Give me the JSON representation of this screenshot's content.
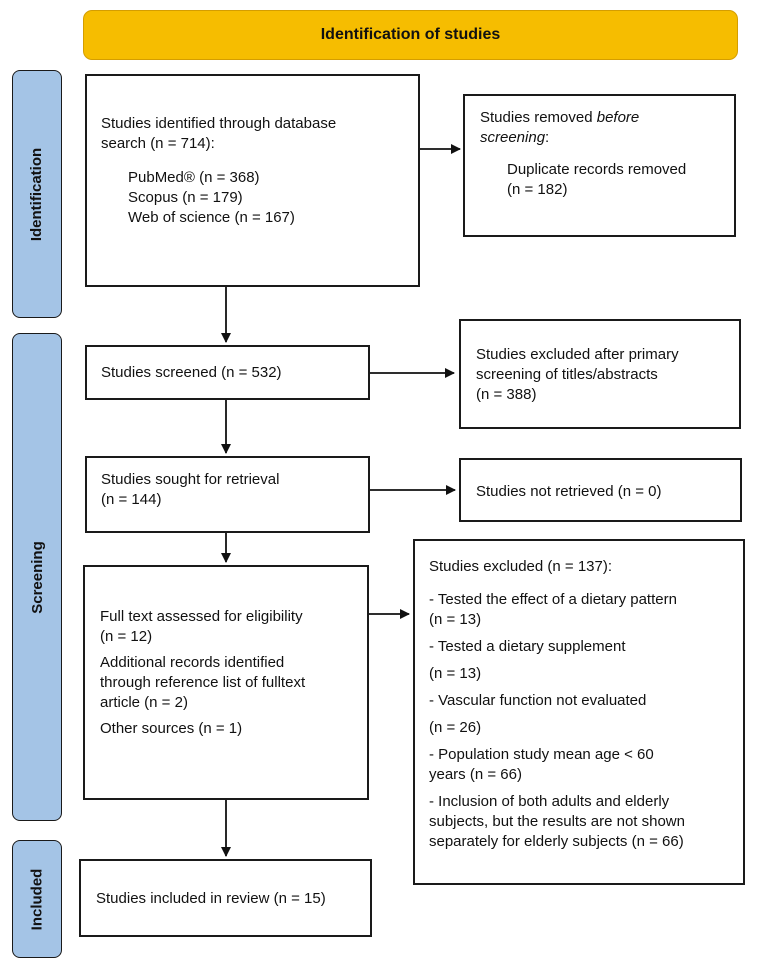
{
  "header": {
    "title": "Identification of studies"
  },
  "stages": {
    "identification": "Identification",
    "screening": "Screening",
    "included": "Included"
  },
  "identified": {
    "heading_line1": "Studies identified through database",
    "heading_line2": "search (n = 714):",
    "sources": [
      "PubMed® (n = 368)",
      "Scopus (n = 179)",
      "Web of science (n = 167)"
    ]
  },
  "removed": {
    "line1_prefix": "Studies removed ",
    "line1_emph": "before",
    "line2_emph": "screening",
    "line2_suffix": ":",
    "detail_line1": "Duplicate records removed",
    "detail_line2": "(n = 182)"
  },
  "screened": {
    "label": "Studies screened (n = 532)"
  },
  "excluded_primary": {
    "line1": "Studies excluded after primary",
    "line2": "screening of titles/abstracts",
    "line3": "(n = 388)"
  },
  "sought": {
    "line1": "Studies sought for retrieval",
    "line2": "(n = 144)"
  },
  "not_retrieved": {
    "label": "Studies not retrieved (n = 0)"
  },
  "fulltext": {
    "assessed_line1": "Full text assessed for eligibility",
    "assessed_line2": "(n = 12)",
    "additional_line1": "Additional records identified",
    "additional_line2": "through reference list of fulltext",
    "additional_line3": "article (n = 2)",
    "other": "Other sources (n = 1)"
  },
  "excluded_full": {
    "title": "Studies excluded (n = 137):",
    "r1_line1": "- Tested the effect of a dietary pattern",
    "r1_line2": "(n = 13)",
    "r2_line1": "- Tested a dietary supplement",
    "r2_line2": "(n = 13)",
    "r3_line1": "- Vascular function not evaluated",
    "r3_line2": "(n = 26)",
    "r4_line1": "- Population study mean age < 60",
    "r4_line2": "years (n = 66)",
    "r5_line1": "- Inclusion of both adults and elderly",
    "r5_line2": "subjects, but the results are not shown",
    "r5_line3": "separately for elderly subjects (n = 66)"
  },
  "included": {
    "label": "Studies included in review (n = 15)"
  }
}
